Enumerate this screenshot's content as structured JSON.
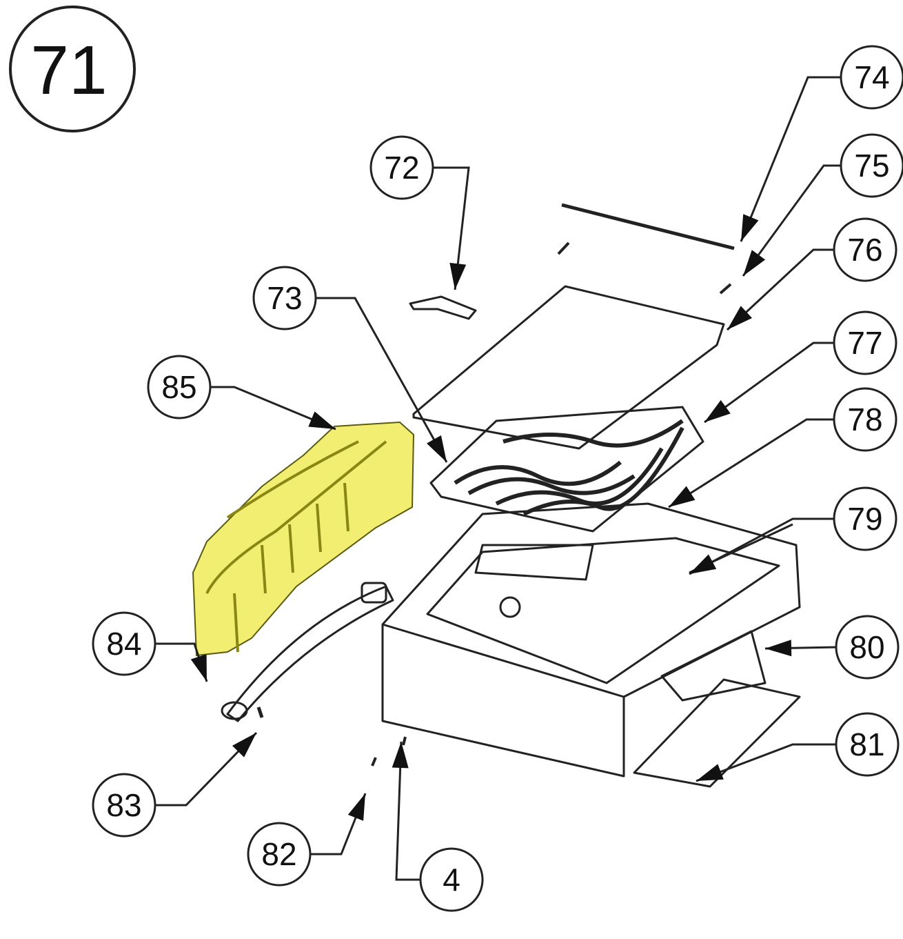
{
  "diagram": {
    "main_label": "71",
    "highlight_color": "#f2ee72",
    "highlighted_part": "85",
    "callouts": [
      "72",
      "73",
      "74",
      "75",
      "76",
      "77",
      "78",
      "79",
      "80",
      "81",
      "82",
      "83",
      "84",
      "85",
      "4"
    ]
  }
}
